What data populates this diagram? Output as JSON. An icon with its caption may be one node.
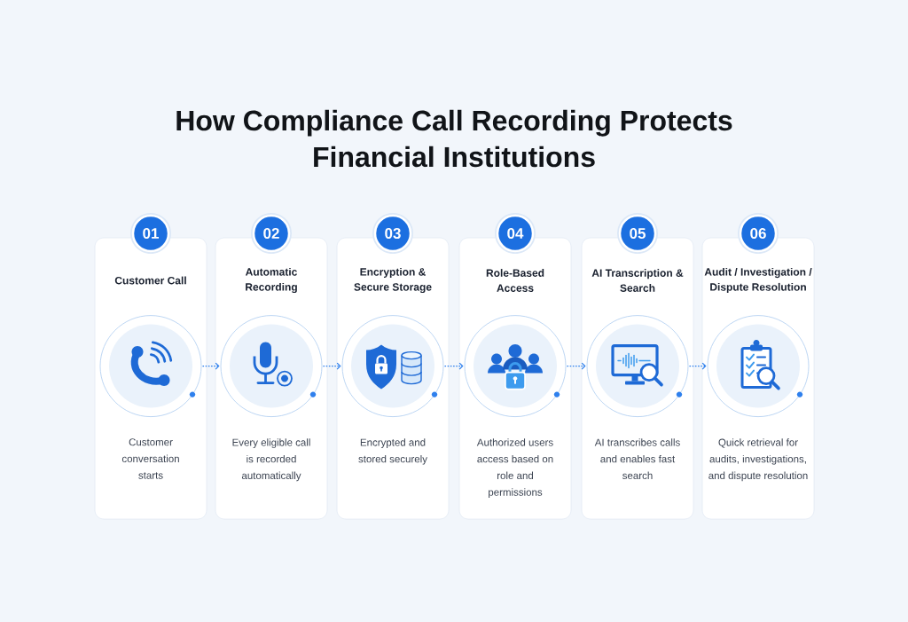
{
  "diagram": {
    "title": "How Compliance Call Recording Protects Financial Institutions",
    "nodes": [
      {
        "text": [
          "01"
        ]
      },
      {
        "text": [
          "Customer Call",
          "Customer conversation starts"
        ]
      },
      {
        "text": [],
        "shape": "circle",
        "in": 1
      },
      {
        "text": [
          "02"
        ]
      },
      {
        "text": [
          "Automatic Recording",
          "Every eligible call is recorded automatically"
        ]
      },
      {
        "text": [],
        "shape": "circle",
        "in": 4
      },
      {
        "text": [
          "03"
        ]
      },
      {
        "text": [
          "Encryption & Secure Storage",
          "Encrypted and stored securely"
        ]
      },
      {
        "text": [],
        "shape": "circle",
        "in": 7
      },
      {
        "text": [
          "04"
        ]
      },
      {
        "text": [
          "Role-Based Access",
          "Authorized users access based on role and permissions"
        ]
      },
      {
        "text": [],
        "shape": "circle",
        "in": 10
      },
      {
        "text": [
          "05"
        ]
      },
      {
        "text": [
          "AI Transcription & Search",
          "AI transcribes calls and enables fast search"
        ]
      },
      {
        "text": [],
        "shape": "circle",
        "in": 13
      },
      {
        "text": [
          "06"
        ]
      },
      {
        "text": [
          "Audit / Investigation / Dispute Resolution",
          "Quick retrieval for audits, investigations, and dispute resolution"
        ]
      },
      {
        "text": [],
        "shape": "circle",
        "in": 16
      }
    ],
    "edges": [
      {
        "from": 2,
        "to": 5,
        "arrow": "to",
        "style": "dashed"
      },
      {
        "from": 5,
        "to": 8,
        "arrow": "to",
        "style": "dashed"
      },
      {
        "from": 8,
        "to": 11,
        "arrow": "to",
        "style": "dashed"
      },
      {
        "from": 11,
        "to": 14,
        "arrow": "to",
        "style": "dashed"
      },
      {
        "from": 14,
        "to": 17,
        "arrow": "to",
        "style": "dashed"
      }
    ]
  }
}
